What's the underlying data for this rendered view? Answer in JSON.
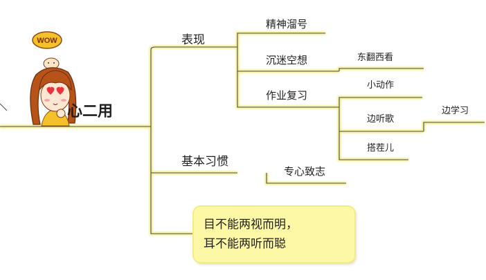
{
  "mindmap": {
    "root": "心二用",
    "sticker_text": "WOW",
    "branches": [
      {
        "label": "表现",
        "children": [
          {
            "label": "精神溜号",
            "children": []
          },
          {
            "label": "沉迷空想",
            "children": [
              {
                "label": "东翻西看"
              }
            ]
          },
          {
            "label": "作业复习",
            "children": [
              {
                "label": "小动作"
              },
              {
                "label": "边听歌",
                "children": [
                  {
                    "label": "边学习"
                  }
                ]
              },
              {
                "label": "搭茬儿"
              }
            ]
          }
        ]
      },
      {
        "label": "基本习惯",
        "children": [
          {
            "label": "专心致志"
          }
        ]
      }
    ],
    "note": {
      "line1": "目不能两视而明，",
      "line2": "耳不能两听而聪"
    }
  },
  "colors": {
    "line": "#4d4d4d",
    "line_glow": "#f3ed8e",
    "note_fill": "#fdf8a6",
    "hair": "#b55318",
    "shirt": "#f5c12a",
    "heart_eye": "#e8323c"
  }
}
